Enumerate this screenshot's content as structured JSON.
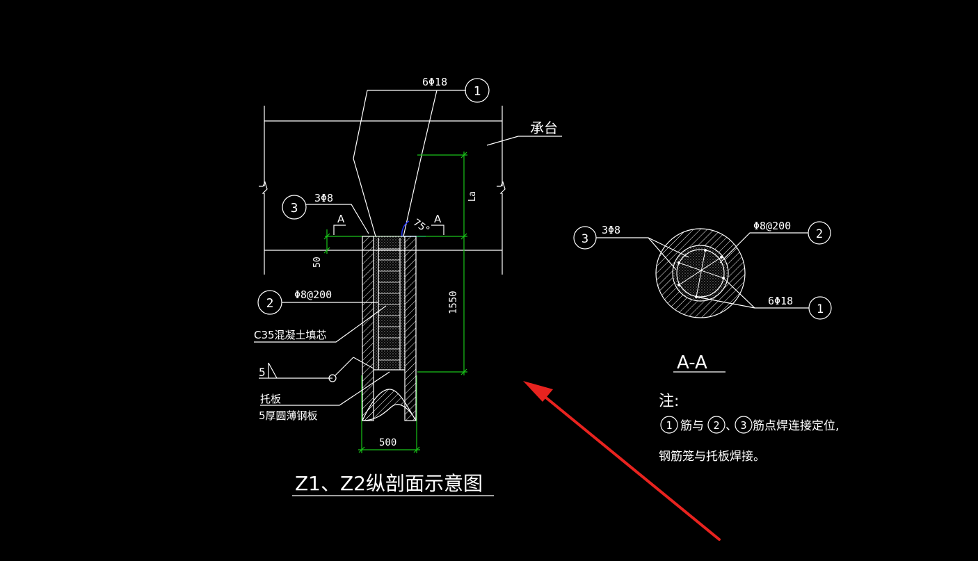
{
  "drawing": {
    "bar1_label": "6Φ18",
    "bar1_no": "1",
    "cap_label": "承台",
    "bar3_label": "3Φ8",
    "bar3_no": "3",
    "angle_label": "75°",
    "section_mark_left": "A",
    "section_mark_right": "A",
    "la_label": "La",
    "dim_50": "50",
    "dim_1550": "1550",
    "bar2_label": "Φ8@200",
    "bar2_no": "2",
    "concrete_label": "C35混凝土填芯",
    "weld_label": "5",
    "plate_label_1": "托板",
    "plate_label_2": "5厚圆薄钢板",
    "dim_500": "500",
    "main_title": "Z1、Z2纵剖面示意图"
  },
  "section": {
    "bar3_label": "3Φ8",
    "bar3_no": "3",
    "bar2_label": "Φ8@200",
    "bar2_no": "2",
    "bar1_label": "6Φ18",
    "bar1_no": "1",
    "title": "A-A"
  },
  "notes": {
    "heading": "注:",
    "c1": "1",
    "line1_a": "筋与",
    "c2": "2",
    "line1_sep": "、",
    "c3": "3",
    "line1_b": "筋点焊连接定位,",
    "line2": "钢筋笼与托板焊接。"
  },
  "colors": {
    "background": "#000000",
    "lines": "#ffffff",
    "dimension": "#19c419",
    "angle": "#2233ff",
    "arrow": "#e8231f"
  }
}
